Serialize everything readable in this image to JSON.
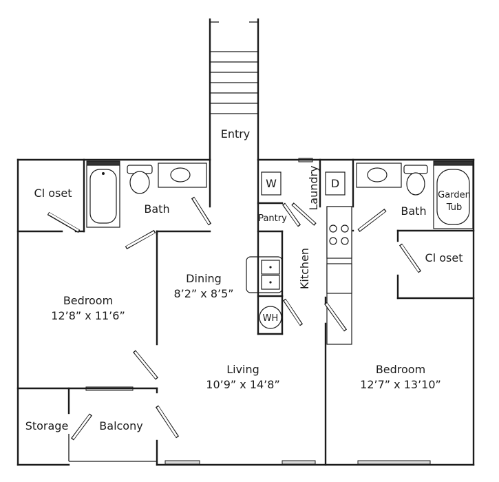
{
  "rooms": {
    "entry": "Entry",
    "closet_left": "Cl oset",
    "bath_left": "Bath",
    "dining": "Dining",
    "dining_size": "8’2” x 8’5”",
    "bedroom_left": "Bedroom",
    "bedroom_left_size": "12’8” x 11’6”",
    "living": "Living",
    "living_size": "10’9” x 14’8”",
    "storage": "Storage",
    "balcony": "Balcony",
    "laundry": "Laundry",
    "washer": "W",
    "dryer": "D",
    "pantry": "Pantry",
    "kitchen": "Kitchen",
    "water_heater": "WH",
    "bath_right": "Bath",
    "garden_tub_line1": "Garden",
    "garden_tub_line2": "Tub",
    "closet_right": "Cl oset",
    "bedroom_right": "Bedroom",
    "bedroom_right_size": "12’7” x 13’10”"
  }
}
